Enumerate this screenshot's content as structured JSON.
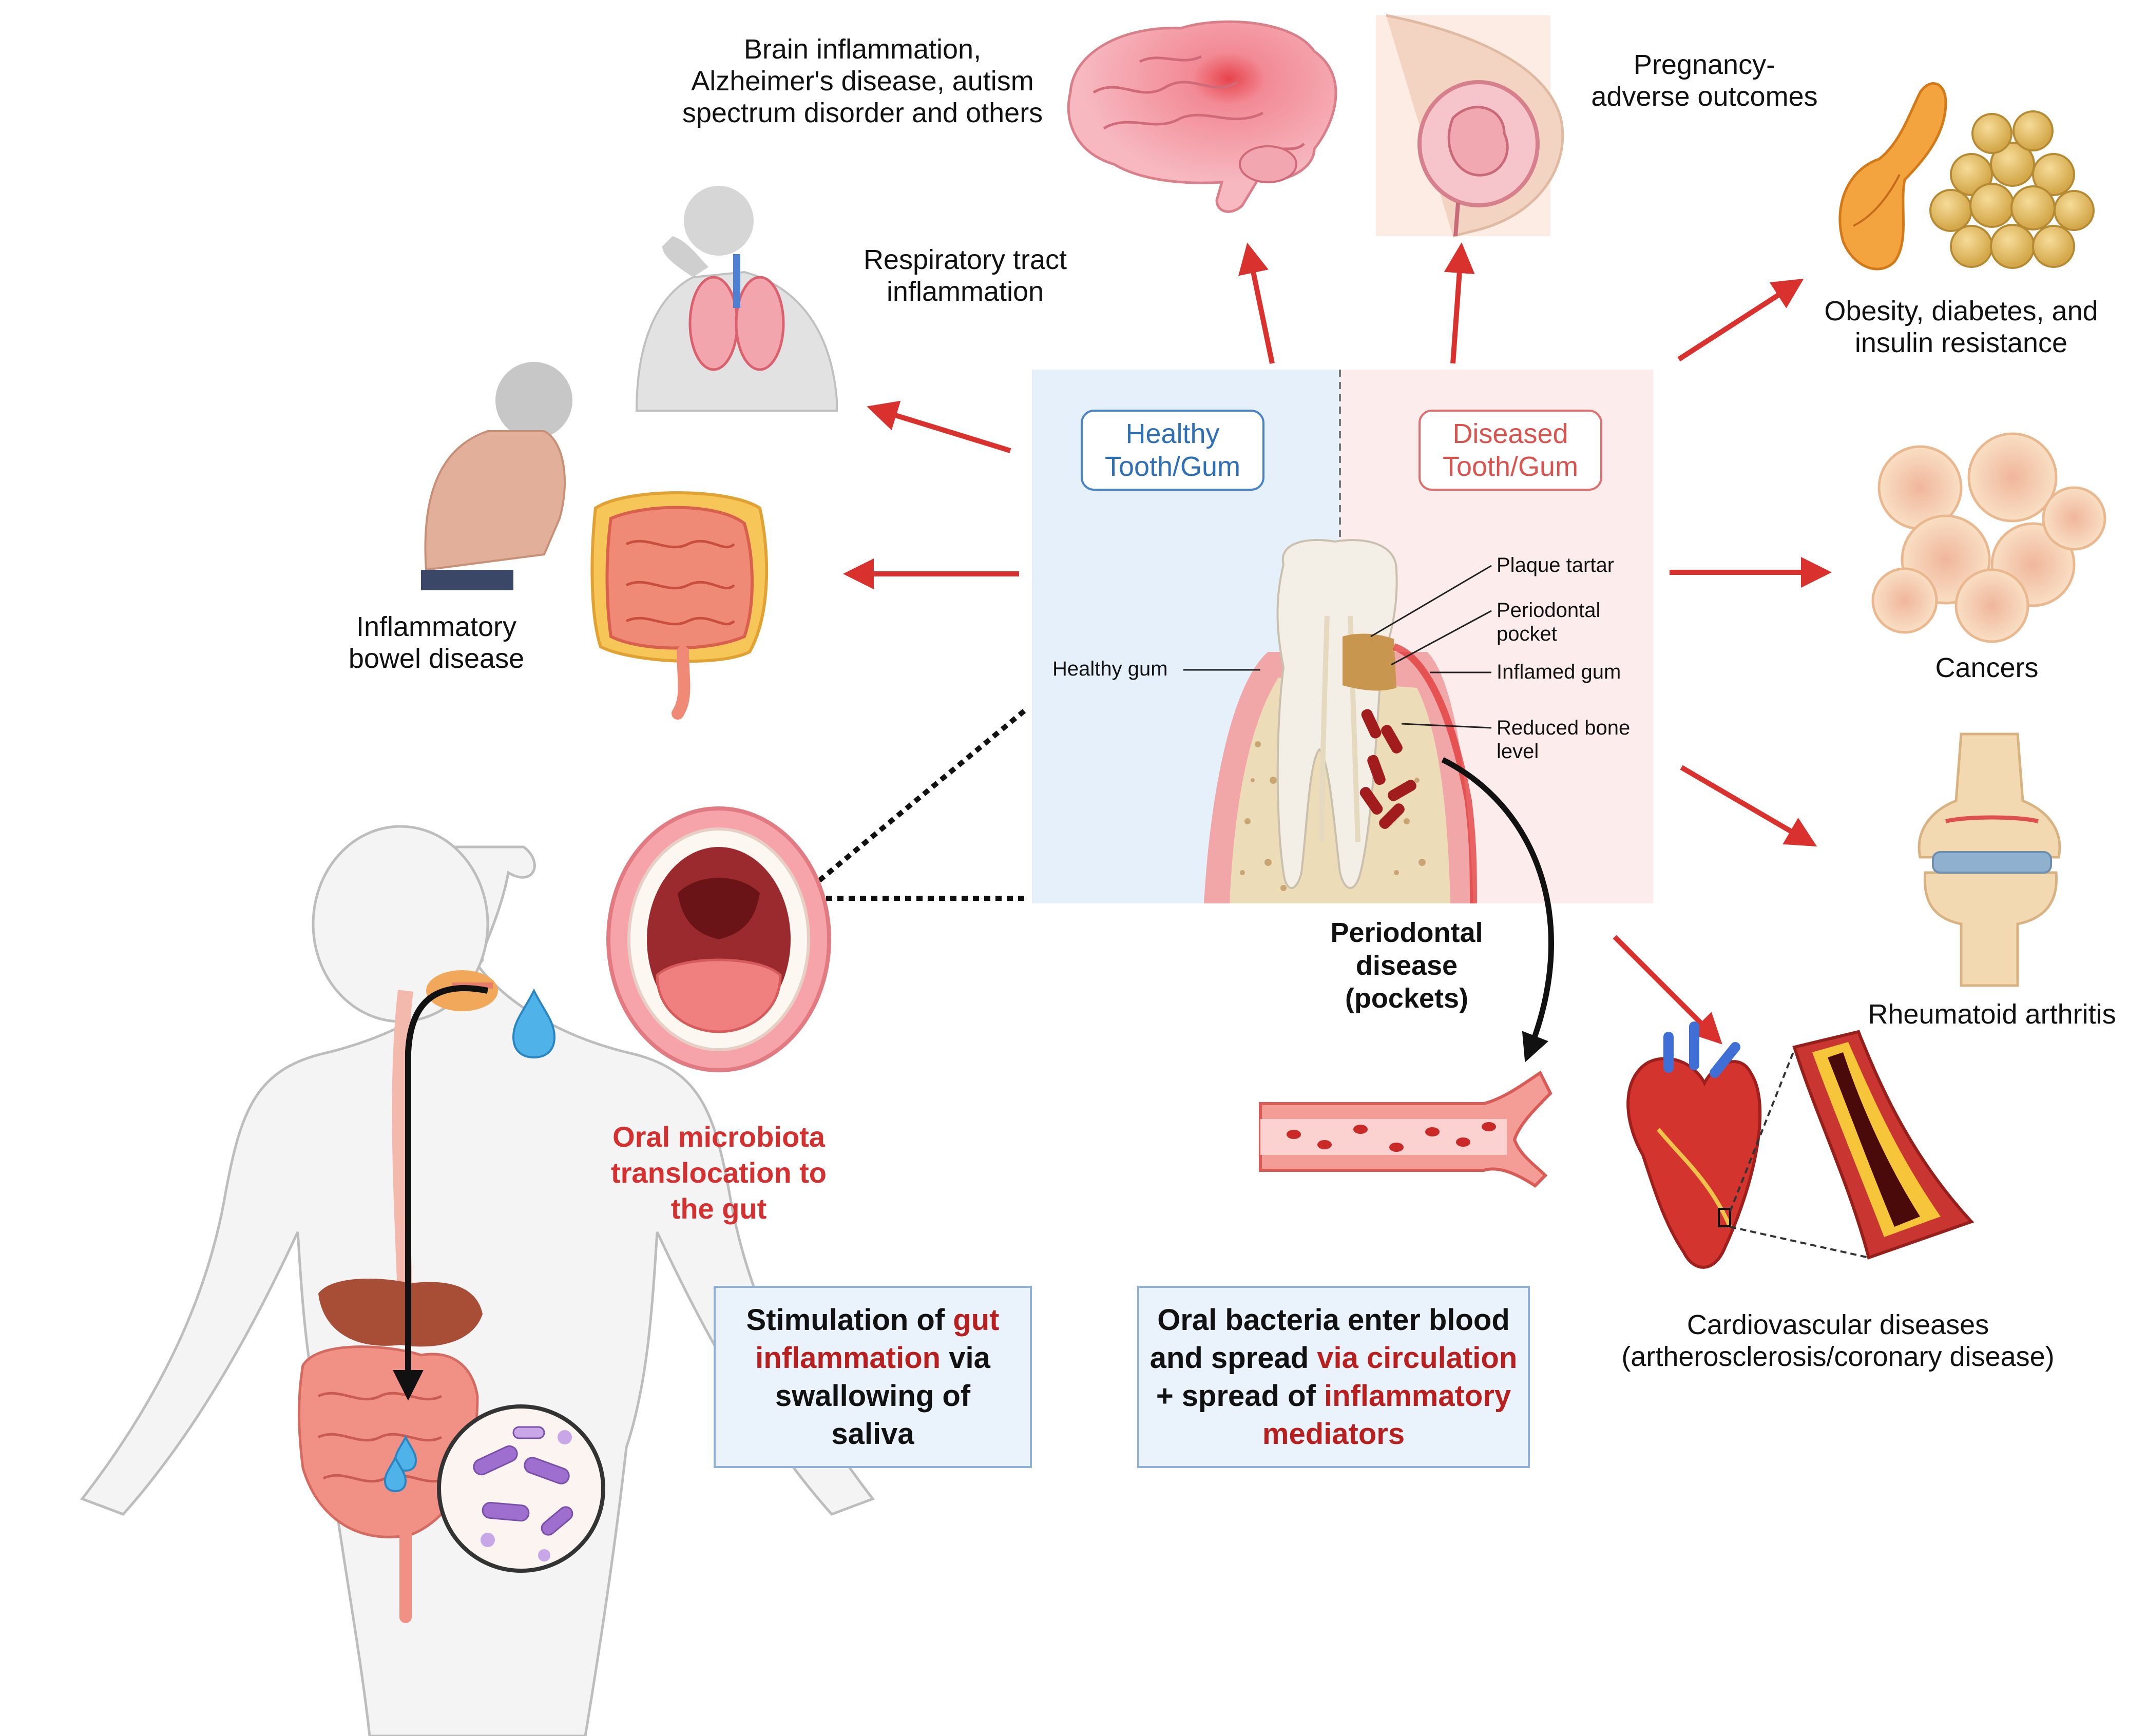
{
  "diseases": {
    "brain": [
      "Brain inflammation,",
      "Alzheimer's disease, autism",
      "spectrum disorder and others"
    ],
    "pregnancy": [
      "Pregnancy-",
      "adverse outcomes"
    ],
    "respiratory": [
      "Respiratory tract",
      "inflammation"
    ],
    "obesity": [
      "Obesity, diabetes, and",
      "insulin resistance"
    ],
    "ibd": [
      "Inflammatory",
      "bowel disease"
    ],
    "cancers": "Cancers",
    "arthritis": "Rheumatoid arthritis",
    "cardio": [
      "Cardiovascular diseases",
      "(artherosclerosis/coronary disease)"
    ]
  },
  "tooth_panel": {
    "healthy_badge": [
      "Healthy",
      "Tooth/Gum"
    ],
    "diseased_badge": [
      "Diseased",
      "Tooth/Gum"
    ],
    "healthy_gum": "Healthy gum",
    "plaque": "Plaque tartar",
    "pocket": [
      "Periodontal",
      "pocket"
    ],
    "inflamed": "Inflamed gum",
    "bone": [
      "Reduced bone",
      "level"
    ]
  },
  "periodontal": [
    "Periodontal",
    "disease",
    "(pockets)"
  ],
  "oral_translocation": [
    "Oral microbiota",
    "translocation to",
    "the gut"
  ],
  "box_gut": {
    "a": "Stimulation of ",
    "b": "gut",
    "c": "inflammation",
    "d": " via",
    "e": "swallowing of",
    "f": "saliva"
  },
  "box_blood": {
    "a": "Oral bacteria enter blood",
    "b": "and spread ",
    "c": "via circulation",
    "d": "+ spread of ",
    "e": "inflammatory",
    "f": "mediators"
  },
  "colors": {
    "arrow": "#d9322e",
    "healthy_bg": "#e6f0fb",
    "diseased_bg": "#fdecec",
    "box_bg": "#eaf2fb",
    "box_border": "#8fb1d8",
    "highlight_text": "#b82020"
  },
  "icons": [
    "brain-icon",
    "pregnancy-icon",
    "coughing-person-icon",
    "pancreas-icon",
    "fat-cells-icon",
    "person-abdominal-pain-icon",
    "intestine-icon",
    "cancer-cells-icon",
    "knee-joint-icon",
    "heart-icon",
    "artery-plaque-icon",
    "blood-vessel-icon",
    "open-mouth-icon",
    "human-body-icon",
    "bacteria-magnifier-icon",
    "saliva-drop-icon",
    "tooth-icon"
  ]
}
